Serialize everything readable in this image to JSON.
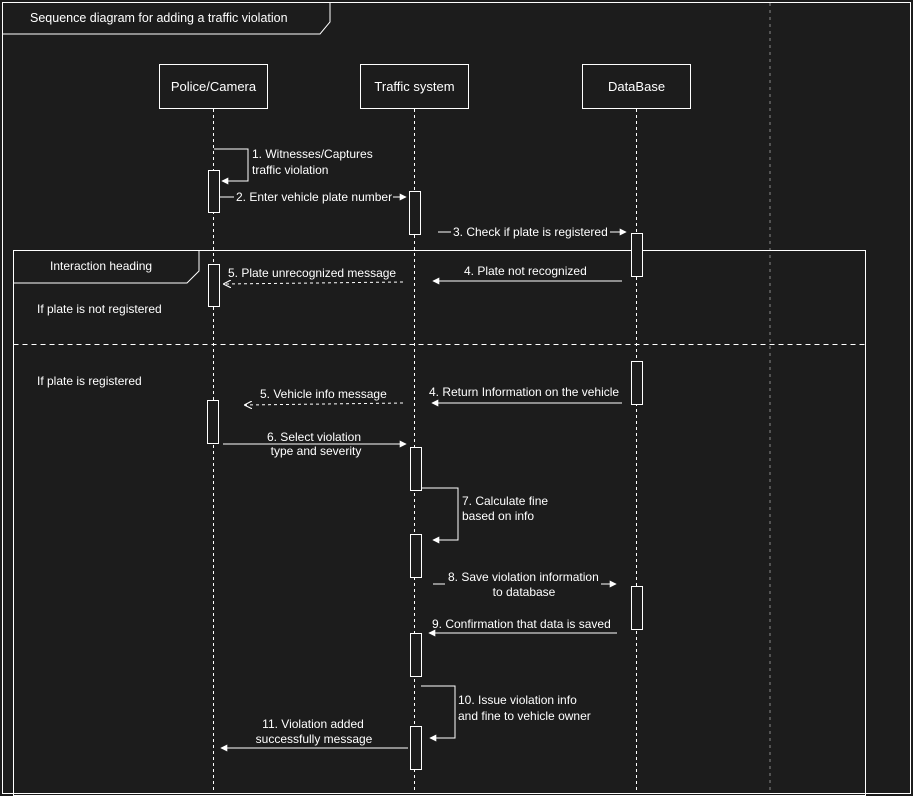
{
  "diagram_title": "Sequence diagram for adding a traffic violation",
  "participants": [
    {
      "id": "police",
      "label": "Police/Camera"
    },
    {
      "id": "system",
      "label": "Traffic system"
    },
    {
      "id": "db",
      "label": "DataBase"
    }
  ],
  "fragment": {
    "heading": "Interaction heading",
    "guard_not_registered": "If plate is not registered",
    "guard_registered": "If plate is registered"
  },
  "messages": [
    {
      "id": "m1",
      "lines": [
        "1. Witnesses/Captures",
        "traffic violation"
      ],
      "type": "self"
    },
    {
      "id": "m2",
      "lines": [
        "2. Enter vehicle plate number"
      ],
      "type": "sync"
    },
    {
      "id": "m3",
      "lines": [
        "3. Check if plate is registered"
      ],
      "type": "sync"
    },
    {
      "id": "m4a",
      "lines": [
        "4. Plate not recognized"
      ],
      "type": "sync"
    },
    {
      "id": "m5a",
      "lines": [
        "5. Plate unrecognized message"
      ],
      "type": "return"
    },
    {
      "id": "m4b",
      "lines": [
        "4. Return Information on the vehicle"
      ],
      "type": "sync"
    },
    {
      "id": "m5b",
      "lines": [
        "5. Vehicle info message"
      ],
      "type": "return"
    },
    {
      "id": "m6",
      "lines": [
        "6. Select violation",
        "type and severity"
      ],
      "type": "sync"
    },
    {
      "id": "m7",
      "lines": [
        "7. Calculate fine",
        "based on info"
      ],
      "type": "self"
    },
    {
      "id": "m8",
      "lines": [
        "8. Save violation information",
        "to database"
      ],
      "type": "sync"
    },
    {
      "id": "m9",
      "lines": [
        "9. Confirmation that data is saved"
      ],
      "type": "sync"
    },
    {
      "id": "m10",
      "lines": [
        "10. Issue violation info",
        "and fine to vehicle owner"
      ],
      "type": "self"
    },
    {
      "id": "m11",
      "lines": [
        "11. Violation added",
        "successfully message"
      ],
      "type": "sync"
    }
  ],
  "colors": {
    "background": "#1c1c1c",
    "stroke": "#ffffff",
    "text": "#ffffff"
  }
}
